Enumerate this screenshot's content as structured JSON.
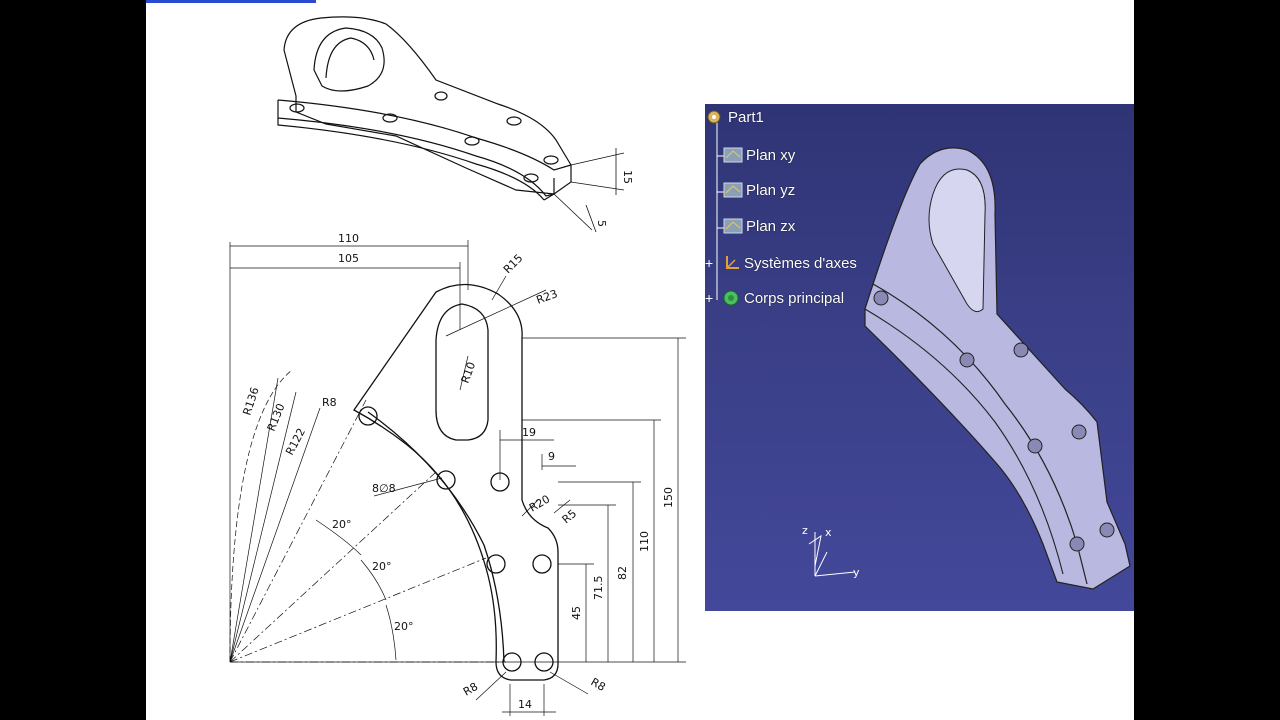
{
  "drawing": {
    "dims_iso": {
      "d15": "15",
      "d5": "5"
    },
    "dims_plan": {
      "d110": "110",
      "d105": "105",
      "r15": "R15",
      "r23": "R23",
      "r10": "R10",
      "r136": "R136",
      "r130": "R130",
      "r122": "R122",
      "r8a": "R8",
      "holes": "8∅8",
      "a20a": "20°",
      "a20b": "20°",
      "a20c": "20°",
      "d19": "19",
      "d9": "9",
      "r20": "R20",
      "r5": "R5",
      "d150": "150",
      "d110v": "110",
      "d82": "82",
      "d715": "71.5",
      "d45": "45",
      "r8b": "R8",
      "r8c": "R8",
      "d14": "14"
    }
  },
  "catia": {
    "tree": {
      "root": "Part1",
      "items": [
        "Plan xy",
        "Plan yz",
        "Plan zx",
        "Systèmes d'axes",
        "Corps principal"
      ]
    },
    "compass": {
      "z": "z",
      "x": "x",
      "y": "y"
    },
    "colors": {
      "background": "#363b80",
      "part": "#b9b8e0"
    }
  }
}
